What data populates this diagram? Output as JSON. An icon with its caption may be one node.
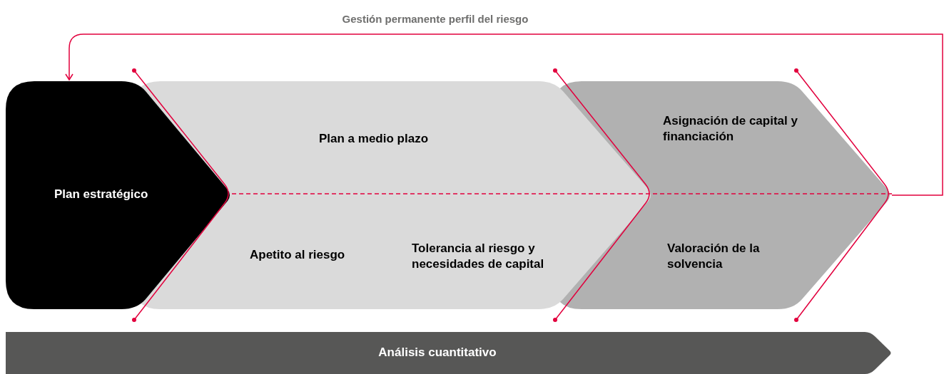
{
  "diagram": {
    "nodes": [
      {
        "text": [
          "Plan estratégico"
        ]
      },
      {
        "text": [
          "Plan a medio plazo",
          "Apetito al riesgo",
          "Tolerancia al riesgo y necesidades de capital"
        ]
      },
      {
        "text": [
          "Asignación de capital y financiación",
          "Valoración de la solvencia"
        ]
      },
      {
        "text": [
          "Análisis cuantitativo"
        ]
      }
    ],
    "edges": [
      {
        "from": 2,
        "to": 0,
        "arrow": "to",
        "label": "Gestión permanente perfil del riesgo"
      }
    ]
  }
}
